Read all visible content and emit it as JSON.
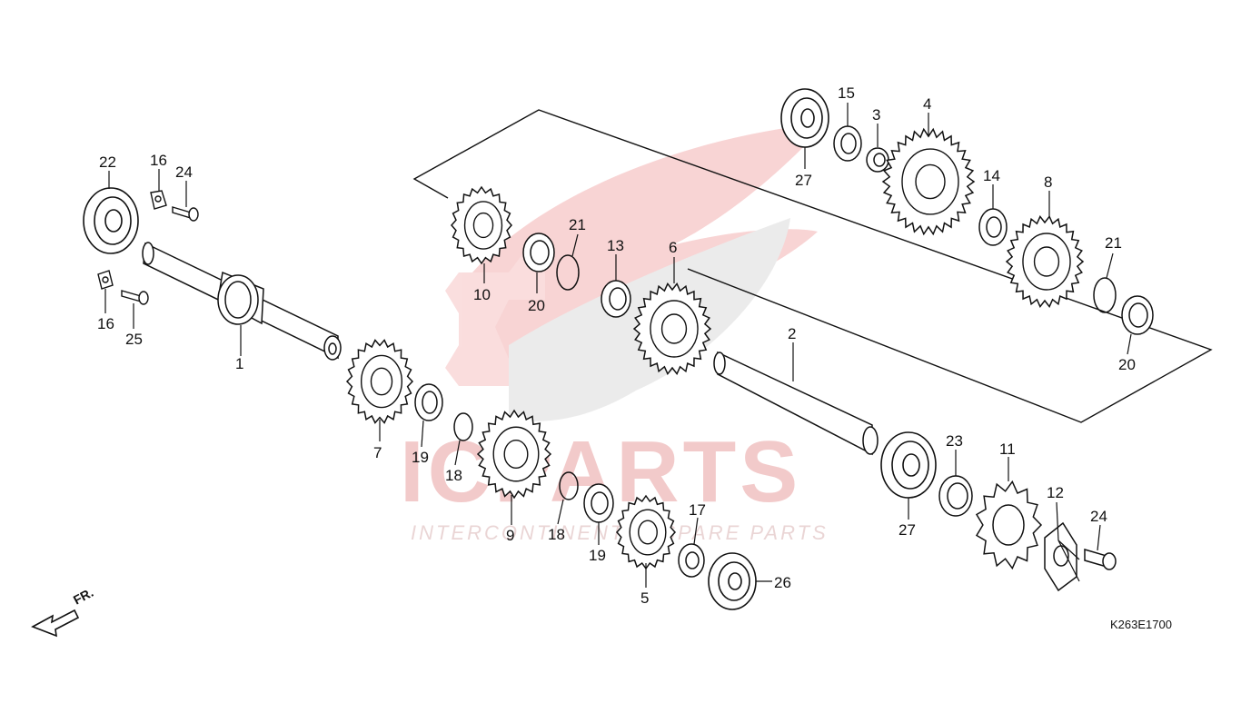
{
  "diagram": {
    "code": "K263E1700",
    "front_marker": "FR.",
    "watermark": {
      "brand": "ICPARTS",
      "tagline": "INTERCONTINENTAL SPARE PARTS"
    },
    "callouts": [
      "1",
      "2",
      "3",
      "4",
      "5",
      "6",
      "7",
      "8",
      "9",
      "10",
      "11",
      "12",
      "13",
      "14",
      "15",
      "16",
      "16",
      "17",
      "18",
      "18",
      "19",
      "19",
      "20",
      "20",
      "21",
      "21",
      "22",
      "23",
      "24",
      "24",
      "25",
      "26",
      "27",
      "27"
    ]
  },
  "colors": {
    "line": "#111111",
    "watermark_red": "#e34a4a",
    "watermark_grey": "#bdbdbd"
  }
}
